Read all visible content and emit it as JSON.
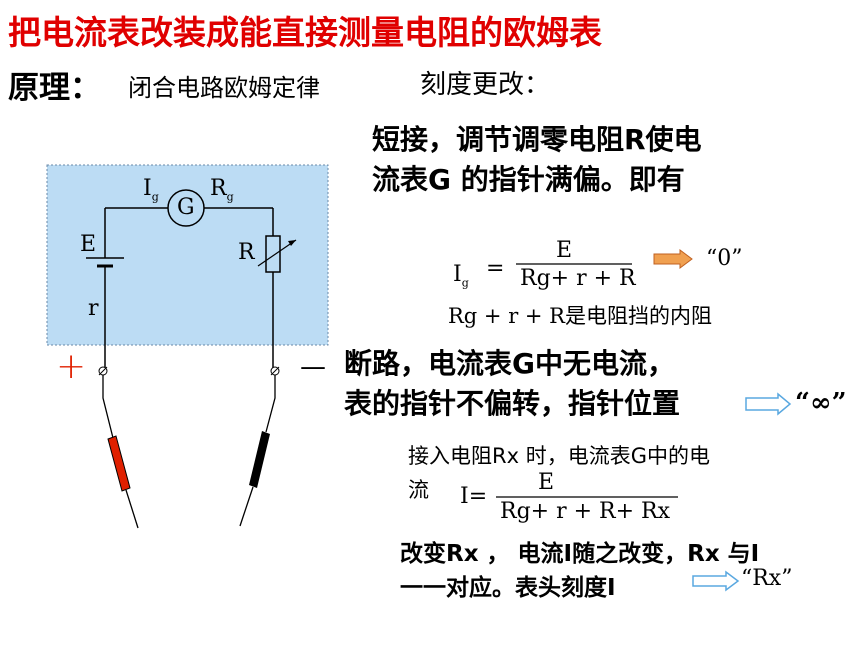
{
  "title": "把电流表改装成能直接测量电阻的欧姆表",
  "principle": {
    "label": "原理：",
    "text": "闭合电路欧姆定律"
  },
  "scale_change": {
    "label": "刻度更改："
  },
  "short_circuit": {
    "line1": "短接，调节调零电阻R使电",
    "line2": "流表G 的指针满偏。即有"
  },
  "formula1": {
    "lhs_main": "I",
    "lhs_sub": "g",
    "eq": "=",
    "numerator": "E",
    "denominator": "Rg+ r + R",
    "result": "“0”"
  },
  "internal_resistance": "Rg + r + R是电阻挡的内阻",
  "open_circuit": {
    "line1": "断路，电流表G中无电流，",
    "line2": "表的指针不偏转，指针位置",
    "result": "“∞”"
  },
  "connect": {
    "line1": "接入电阻Rx 时，电流表G中的电",
    "line2": "流",
    "lhs": "I=",
    "numerator": "E",
    "denominator": "Rg+ r + R+ Rx"
  },
  "change": {
    "line1": "改变Rx ， 电流I随之改变，Rx 与I",
    "line2": "一一对应。表头刻度I",
    "result": "“Rx”"
  },
  "circuit": {
    "galvanometer": "G",
    "ig_main": "I",
    "ig_sub": "g",
    "rg_main": "R",
    "rg_sub": "g",
    "emf": "E",
    "internal": "r",
    "rheostat": "R",
    "plus": "+",
    "minus": "—"
  },
  "colors": {
    "title": "#e00000",
    "box": "#bcdcf4",
    "arrow_fill": "#f0a050",
    "arrow_blue": "#5aa8e0",
    "probe_red": "#e02000",
    "probe_black": "#000000"
  }
}
